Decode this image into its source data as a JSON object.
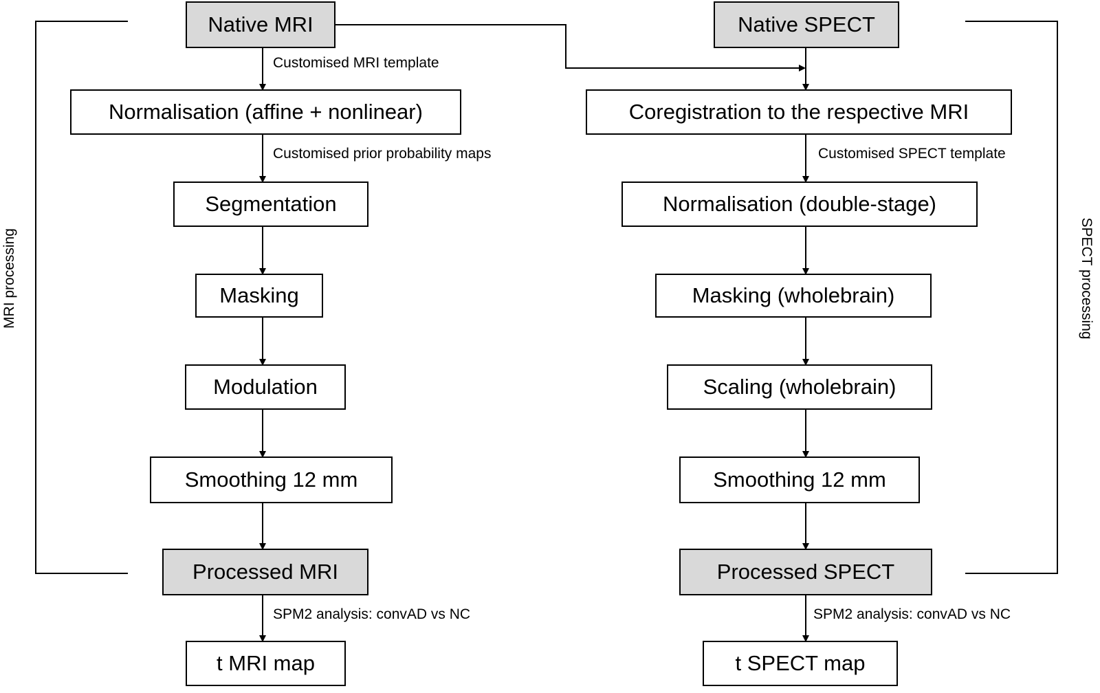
{
  "mri": {
    "native": "Native MRI",
    "normalisation": "Normalisation (affine + nonlinear)",
    "segmentation": "Segmentation",
    "masking": "Masking",
    "modulation": "Modulation",
    "smoothing": "Smoothing 12 mm",
    "processed": "Processed MRI",
    "tmap": "t MRI map",
    "note_template": "Customised MRI template",
    "note_priors": "Customised prior probability maps",
    "note_analysis": "SPM2 analysis: convAD vs NC",
    "side_label": "MRI processing"
  },
  "spect": {
    "native": "Native SPECT",
    "coregistration": "Coregistration to the respective MRI",
    "normalisation": "Normalisation (double-stage)",
    "masking": "Masking (wholebrain)",
    "scaling": "Scaling (wholebrain)",
    "smoothing": "Smoothing 12 mm",
    "processed": "Processed SPECT",
    "tmap": "t SPECT map",
    "note_template": "Customised SPECT template",
    "note_analysis": "SPM2 analysis: convAD vs NC",
    "side_label": "SPECT processing"
  },
  "colors": {
    "line": "#000000",
    "shaded_box": "#d9d9d9",
    "box": "#ffffff"
  }
}
